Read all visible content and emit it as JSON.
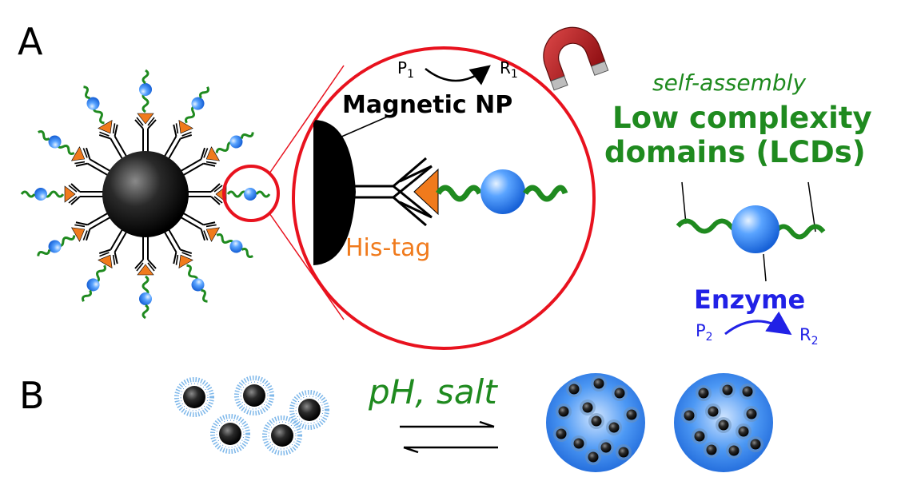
{
  "panel_a": {
    "label": "A",
    "magnet_reaction": {
      "substrate": "P",
      "substrate_sub": "1",
      "product": "R",
      "product_sub": "1"
    },
    "magnetic_np_label": "Magnetic NP",
    "his_tag_label": "His-tag",
    "self_assembly_label": "self-assembly",
    "lcd_line1": "Low complexity",
    "lcd_line2": "domains (LCDs)",
    "enzyme_label": "Enzyme",
    "enzyme_reaction": {
      "substrate": "P",
      "substrate_sub": "2",
      "product": "R",
      "product_sub": "2"
    }
  },
  "panel_b": {
    "label": "B",
    "condition_label": "pH, salt"
  },
  "colors": {
    "green": "#1f8a1f",
    "orange": "#f07a1c",
    "red": "#e8121e",
    "blue_text": "#2121e6",
    "sphere_blue": "#3c8cf0",
    "magnet_red": "#c0181e"
  }
}
